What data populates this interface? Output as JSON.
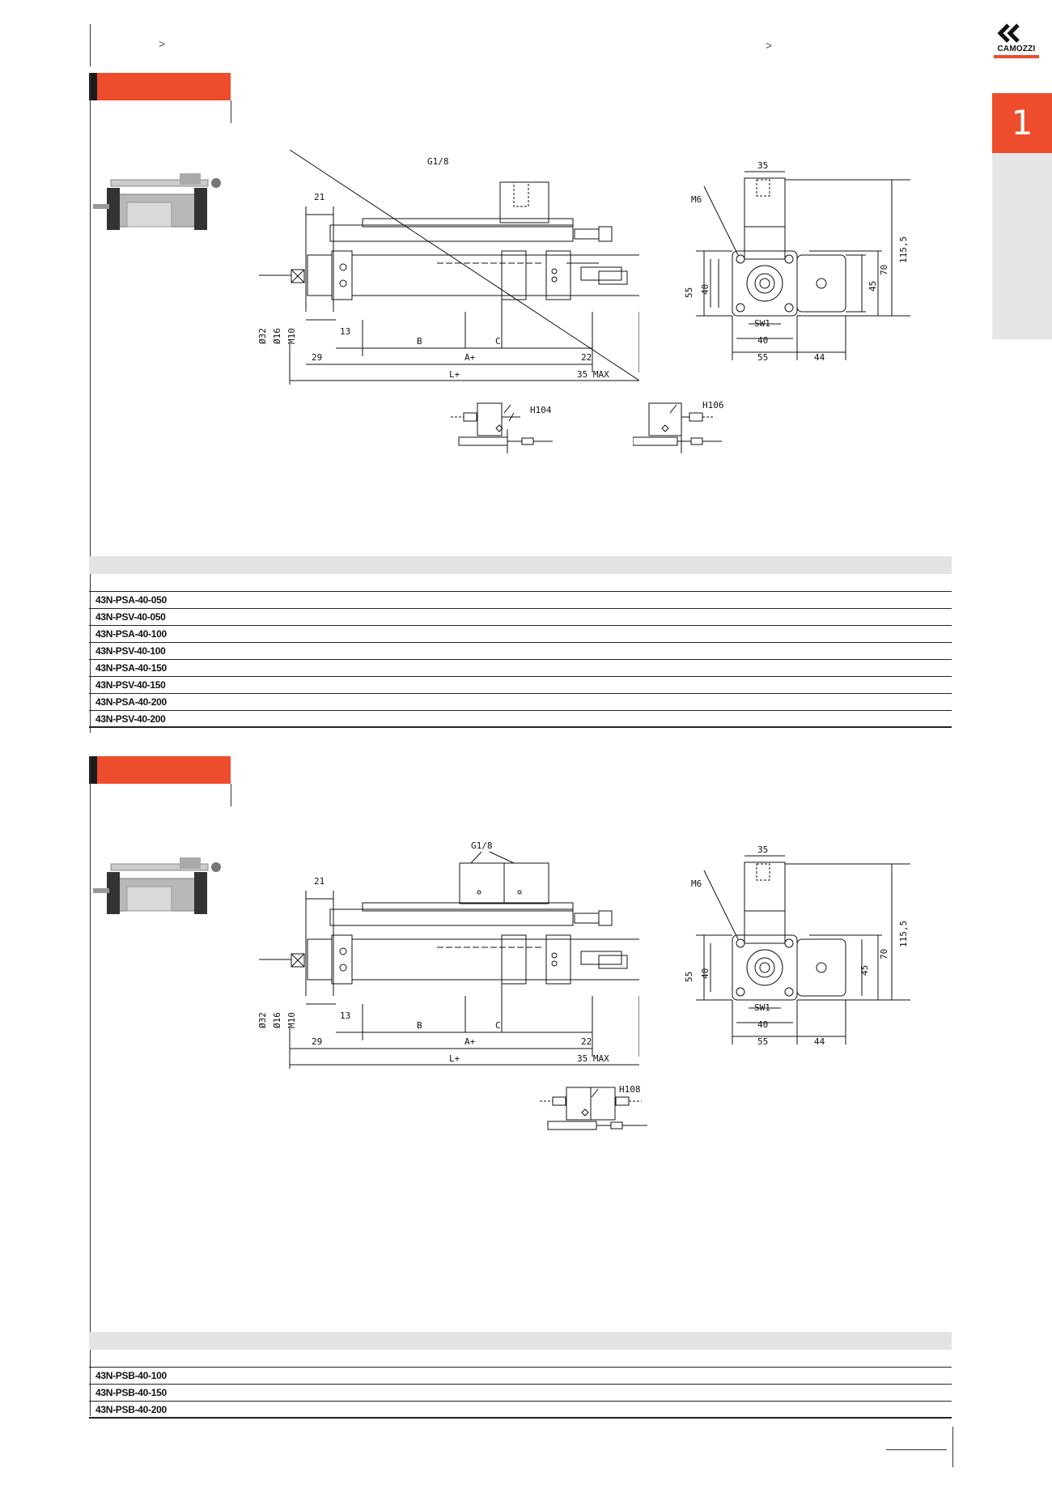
{
  "header": {
    "crumb_separator_1": ">",
    "crumb_separator_2": ">",
    "logo_text": "CAMOZZI"
  },
  "chapter": {
    "number": "1"
  },
  "section1": {
    "labels": {
      "port": "G1/8",
      "d21": "21",
      "phi32": "Ø32",
      "phi16": "Ø16",
      "m10": "M10",
      "d13": "13",
      "B": "B",
      "C": "C",
      "d29": "29",
      "Aplus": "A+",
      "d22": "22",
      "Lplus": "L+",
      "max35": "35 MAX",
      "side35": "35",
      "m6": "M6",
      "d55v": "55",
      "d40v": "40",
      "d45": "45",
      "d70": "70",
      "d115": "115,5",
      "sw1": "SW1",
      "d40h": "40",
      "d55h": "55",
      "d44": "44"
    },
    "symbols": [
      {
        "label": "H104"
      },
      {
        "label": "H106"
      }
    ],
    "rows": [
      "43N-PSA-40-050",
      "43N-PSV-40-050",
      "43N-PSA-40-100",
      "43N-PSV-40-100",
      "43N-PSA-40-150",
      "43N-PSV-40-150",
      "43N-PSA-40-200",
      "43N-PSV-40-200"
    ]
  },
  "section2": {
    "labels": {
      "port": "G1/8",
      "d21": "21",
      "phi32": "Ø32",
      "phi16": "Ø16",
      "m10": "M10",
      "d13": "13",
      "B": "B",
      "C": "C",
      "d29": "29",
      "Aplus": "A+",
      "d22": "22",
      "Lplus": "L+",
      "max35": "35 MAX",
      "side35": "35",
      "m6": "M6",
      "d55v": "55",
      "d40v": "40",
      "d45": "45",
      "d70": "70",
      "d115": "115,5",
      "sw1": "SW1",
      "d40h": "40",
      "d55h": "55",
      "d44": "44"
    },
    "symbols": [
      {
        "label": "H108"
      }
    ],
    "rows": [
      "43N-PSB-40-100",
      "43N-PSB-40-150",
      "43N-PSB-40-200"
    ]
  },
  "colors": {
    "accent": "#ee4d2d",
    "dark": "#1a1a1a",
    "rule": "#222222",
    "band": "#e3e3e3"
  }
}
